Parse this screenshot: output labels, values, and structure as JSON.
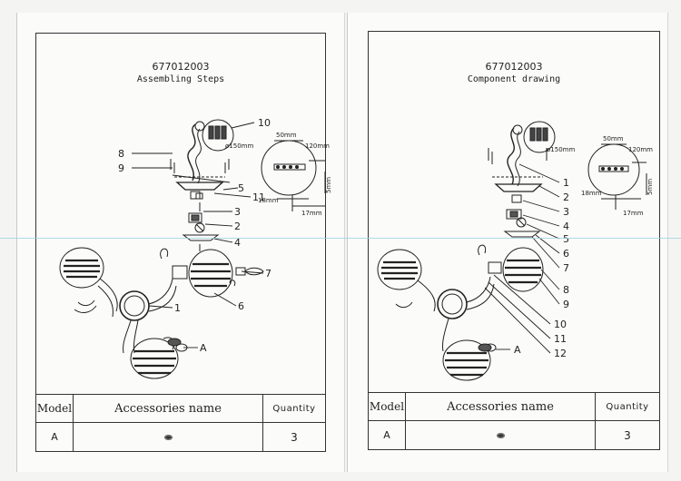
{
  "left_page": {
    "model_number": "677012003",
    "subtitle": "Assembling Steps",
    "labels": [
      "1",
      "2",
      "3",
      "4",
      "5",
      "6",
      "7",
      "8",
      "9",
      "10",
      "11",
      "A"
    ],
    "dimensions": {
      "diameter": "ø150mm",
      "width_50": "50mm",
      "width_120": "120mm",
      "height_5": "5mm",
      "depth_18": "18mm",
      "depth_17": "17mm"
    },
    "table": {
      "headers": {
        "model": "Model",
        "accessories": "Accessories name",
        "quantity": "Quantity"
      },
      "rows": [
        {
          "model": "A",
          "quantity": "3"
        }
      ]
    }
  },
  "right_page": {
    "model_number": "677012003",
    "subtitle": "Component drawing",
    "labels": [
      "1",
      "2",
      "3",
      "4",
      "5",
      "6",
      "7",
      "8",
      "9",
      "10",
      "11",
      "12",
      "A"
    ],
    "dimensions": {
      "diameter": "ø150mm",
      "width_50": "50mm",
      "width_120": "120mm",
      "height_5": "5mm",
      "depth_18": "18mm",
      "depth_17": "17mm"
    },
    "table": {
      "headers": {
        "model": "Model",
        "accessories": "Accessories name",
        "quantity": "Quantity"
      },
      "rows": [
        {
          "model": "A",
          "quantity": "3"
        }
      ]
    }
  },
  "colors": {
    "line": "#222222",
    "paper": "#fbfbfa",
    "scan_line": "#9fd3e2"
  }
}
